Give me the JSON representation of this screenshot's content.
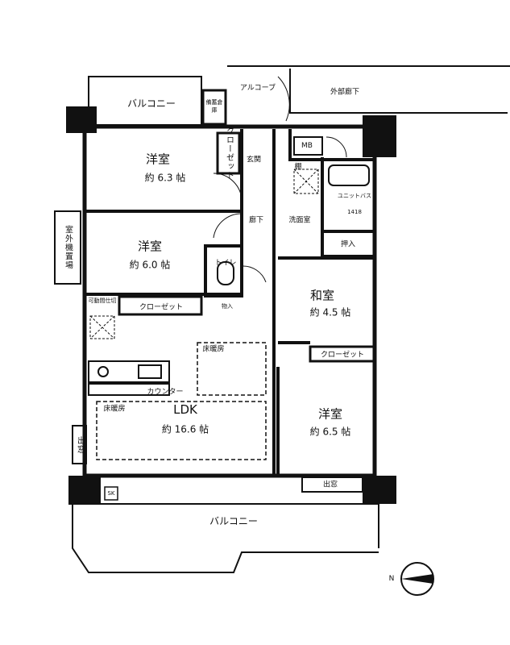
{
  "labels": {
    "balcony_top": "バルコニー",
    "storage": "備蓄倉庫",
    "alcove": "アルコーブ",
    "external_corridor": "外部廊下",
    "room1_name": "洋室",
    "room1_size": "約 6.3 帖",
    "closet_vertical": "クローゼット",
    "entrance": "玄関",
    "mb": "MB",
    "shelf": "棚",
    "unit_bath": "ユニットバス",
    "unit_bath_size": "1418",
    "hallway": "廊下",
    "washroom": "洗面室",
    "room2_name": "洋室",
    "room2_size": "約 6.0 帖",
    "outdoor_unit": "室外機置場",
    "toilet": "トイレ",
    "closet1": "クローゼット",
    "movable_partition": "可動間仕切",
    "storage_small": "物入",
    "oshiire": "押入",
    "washitsu_name": "和室",
    "washitsu_size": "約 4.5 帖",
    "closet2": "クローゼット",
    "floor_heating_1": "床暖房",
    "counter": "カウンター",
    "ldk_name": "LDK",
    "ldk_size": "約 16.6 帖",
    "floor_heating_2": "床暖房",
    "bay_window_left": "出窓",
    "room3_name": "洋室",
    "room3_size": "約 6.5 帖",
    "bay_window_bottom": "出窓",
    "sk": "SK",
    "balcony_bottom": "バルコニー",
    "compass_north": "N"
  }
}
